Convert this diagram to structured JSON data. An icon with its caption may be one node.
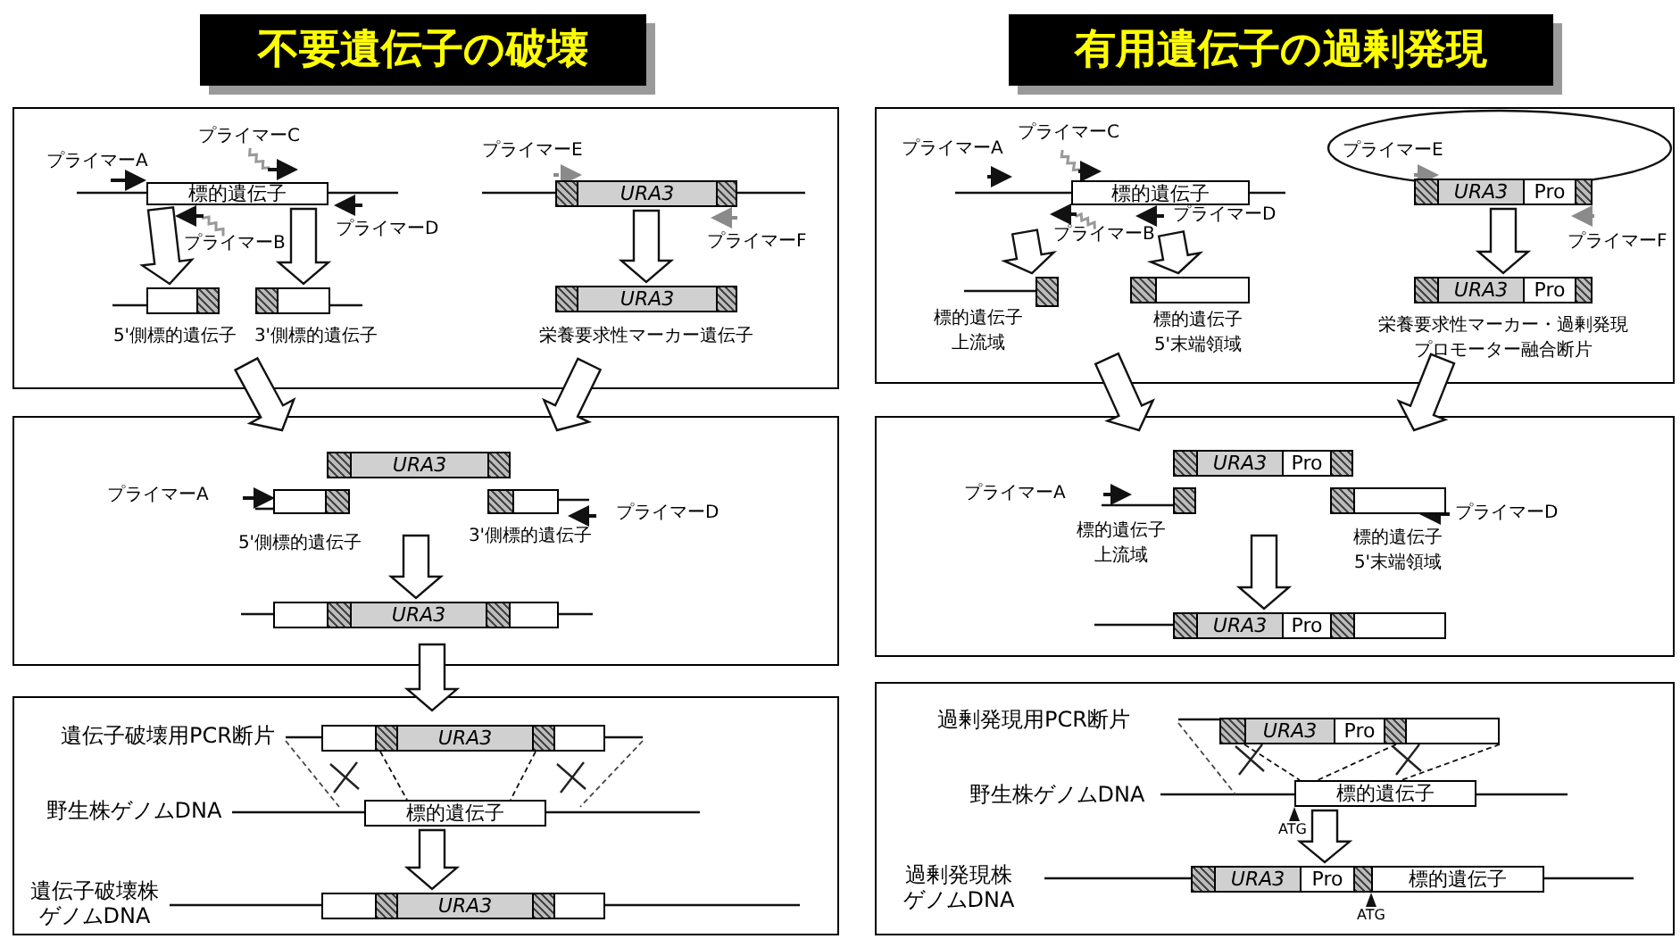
{
  "diagram": {
    "nodes": [
      {
        "text": [
          "不要遺伝子の破壊"
        ]
      },
      {
        "text": [
          "有用遺伝子の過剰発現"
        ]
      },
      {
        "text": [],
        "shape": "box"
      },
      {
        "text": [],
        "shape": "box"
      },
      {
        "text": [],
        "shape": "box"
      },
      {
        "text": [],
        "shape": "box"
      },
      {
        "text": [],
        "shape": "box"
      },
      {
        "text": [],
        "shape": "box"
      },
      {
        "text": [
          "標的遺伝子"
        ],
        "in": 2
      },
      {
        "text": [],
        "shape": "box",
        "in": 2,
        "beside": [
          "5'側標的遺伝子"
        ]
      },
      {
        "text": [],
        "shape": "box",
        "in": 2,
        "beside": [
          "3'側標的遺伝子"
        ]
      },
      {
        "text": [
          "URA3"
        ],
        "in": 2
      },
      {
        "text": [
          "URA3"
        ],
        "in": 2,
        "beside": [
          "栄養要求性マーカー遺伝子"
        ]
      },
      {
        "text": [
          "URA3"
        ],
        "in": 3
      },
      {
        "text": [],
        "shape": "box",
        "in": 3,
        "beside": [
          "5'側標的遺伝子"
        ]
      },
      {
        "text": [],
        "shape": "box",
        "in": 3,
        "beside": [
          "3'側標的遺伝子"
        ]
      },
      {
        "text": [
          "URA3"
        ],
        "in": 3
      },
      {
        "text": [
          "URA3"
        ],
        "in": 4
      },
      {
        "text": [
          "標的遺伝子"
        ],
        "in": 4
      },
      {
        "text": [
          "URA3"
        ],
        "in": 4
      },
      {
        "text": [
          "標的遺伝子"
        ],
        "in": 5
      },
      {
        "text": [
          "URA3",
          "Pro"
        ],
        "in": 5
      },
      {
        "text": [],
        "shape": "box",
        "in": 5,
        "beside": [
          "標的遺伝子上流域"
        ]
      },
      {
        "text": [],
        "shape": "box",
        "in": 5,
        "beside": [
          "標的遺伝子5'末端領域"
        ]
      },
      {
        "text": [
          "URA3",
          "Pro"
        ],
        "in": 5,
        "beside": [
          "栄養要求性マーカー・過剰発現プロモーター融合断片"
        ]
      },
      {
        "text": [
          "URA3",
          "Pro"
        ],
        "in": 6
      },
      {
        "text": [],
        "shape": "box",
        "in": 6,
        "beside": [
          "標的遺伝子上流域"
        ]
      },
      {
        "text": [],
        "shape": "box",
        "in": 6,
        "beside": [
          "標的遺伝子5'末端領域"
        ]
      },
      {
        "text": [
          "URA3",
          "Pro"
        ],
        "in": 6
      },
      {
        "text": [
          "URA3",
          "Pro"
        ],
        "in": 7
      },
      {
        "text": [
          "標的遺伝子"
        ],
        "in": 7
      },
      {
        "text": [
          "URA3",
          "Pro",
          "標的遺伝子"
        ],
        "in": 7
      }
    ],
    "edges": [
      {
        "from": 2,
        "to": 3,
        "arrow": "to"
      },
      {
        "from": 2,
        "to": 3,
        "arrow": "to"
      },
      {
        "from": 3,
        "to": 4,
        "arrow": "to"
      },
      {
        "from": 5,
        "to": 6,
        "arrow": "to"
      },
      {
        "from": 5,
        "to": 6,
        "arrow": "to"
      },
      {
        "from": 8,
        "to": 9,
        "arrow": "to"
      },
      {
        "from": 8,
        "to": 10,
        "arrow": "to"
      },
      {
        "from": 11,
        "to": 12,
        "arrow": "to"
      },
      {
        "from": null,
        "to": 16,
        "arrow": "to"
      },
      {
        "from": 17,
        "to": 18,
        "arrow": "none",
        "style": "dashed"
      },
      {
        "from": 17,
        "to": 18,
        "arrow": "none",
        "style": "dashed"
      },
      {
        "from": 18,
        "to": 19,
        "arrow": "to"
      },
      {
        "from": 20,
        "to": 22,
        "arrow": "to"
      },
      {
        "from": 20,
        "to": 23,
        "arrow": "to"
      },
      {
        "from": 21,
        "to": 24,
        "arrow": "to"
      },
      {
        "from": null,
        "to": 28,
        "arrow": "to"
      },
      {
        "from": 29,
        "to": 30,
        "arrow": "none",
        "style": "dashed"
      },
      {
        "from": 29,
        "to": 30,
        "arrow": "none",
        "style": "dashed"
      },
      {
        "from": 30,
        "to": 31,
        "arrow": "to"
      },
      {
        "from": 29,
        "to": 30,
        "arrow": "none",
        "style": "dashed"
      }
    ],
    "labels": [
      "プライマーA",
      "プライマーC",
      "プライマーE",
      "プライマーD",
      "プライマーB",
      "プライマーF",
      "プライマーA",
      "プライマーD",
      "プライマーA",
      "プライマーC",
      "プライマーE",
      "プライマーD",
      "プライマーB",
      "プライマーF",
      "プライマーA",
      "プライマーD",
      "ATG",
      "ATG",
      "遺伝子破壊用PCR断片",
      "野生株ゲノムDNA",
      "遺伝子破壊株ゲノムDNA",
      "過剰発現用PCR断片",
      "野生株ゲノムDNA",
      "過剰発現株ゲノムDNA"
    ]
  }
}
